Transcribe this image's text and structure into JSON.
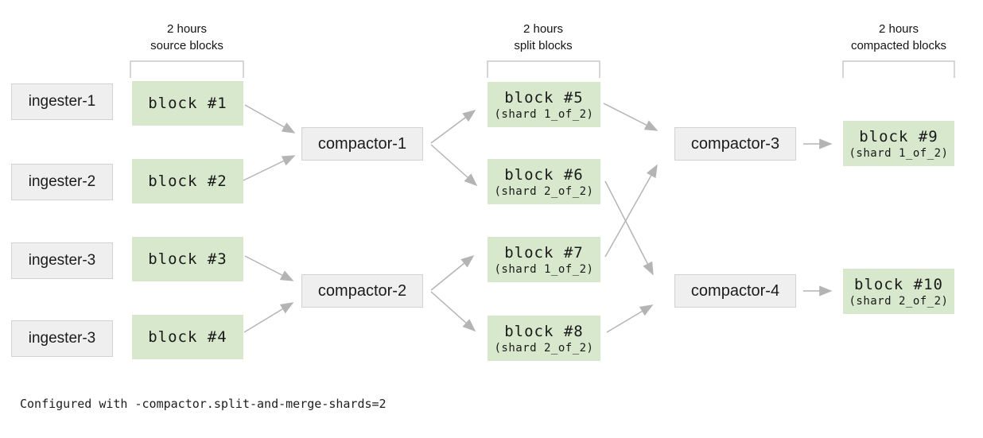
{
  "headers": [
    {
      "line1": "2 hours",
      "line2": "source blocks"
    },
    {
      "line1": "2 hours",
      "line2": "split blocks"
    },
    {
      "line1": "2 hours",
      "line2": "compacted blocks"
    }
  ],
  "ingesters": [
    "ingester-1",
    "ingester-2",
    "ingester-3",
    "ingester-3"
  ],
  "source_blocks": [
    "block #1",
    "block #2",
    "block #3",
    "block #4"
  ],
  "stage1_compactors": [
    "compactor-1",
    "compactor-2"
  ],
  "split_blocks": [
    {
      "label": "block #5",
      "shard": "(shard 1_of_2)"
    },
    {
      "label": "block #6",
      "shard": "(shard 2_of_2)"
    },
    {
      "label": "block #7",
      "shard": "(shard 1_of_2)"
    },
    {
      "label": "block #8",
      "shard": "(shard 2_of_2)"
    }
  ],
  "stage2_compactors": [
    "compactor-3",
    "compactor-4"
  ],
  "compacted_blocks": [
    {
      "label": "block #9",
      "shard": "(shard 1_of_2)"
    },
    {
      "label": "block #10",
      "shard": "(shard 2_of_2)"
    }
  ],
  "footer_text": "Configured with -compactor.split-and-merge-shards=2",
  "connections": [
    {
      "from": "block #1",
      "to": "compactor-1"
    },
    {
      "from": "block #2",
      "to": "compactor-1"
    },
    {
      "from": "block #3",
      "to": "compactor-2"
    },
    {
      "from": "block #4",
      "to": "compactor-2"
    },
    {
      "from": "compactor-1",
      "to": "block #5"
    },
    {
      "from": "compactor-1",
      "to": "block #6"
    },
    {
      "from": "compactor-2",
      "to": "block #7"
    },
    {
      "from": "compactor-2",
      "to": "block #8"
    },
    {
      "from": "block #5",
      "to": "compactor-3"
    },
    {
      "from": "block #7",
      "to": "compactor-3"
    },
    {
      "from": "block #6",
      "to": "compactor-4"
    },
    {
      "from": "block #8",
      "to": "compactor-4"
    },
    {
      "from": "compactor-3",
      "to": "block #9"
    },
    {
      "from": "compactor-4",
      "to": "block #10"
    }
  ],
  "colors": {
    "block_green": "#d7e8cd",
    "box_gray": "#efefef",
    "box_border": "#d2d2d2",
    "arrow": "#b4b4b4",
    "bracket": "#c8c8c8"
  }
}
